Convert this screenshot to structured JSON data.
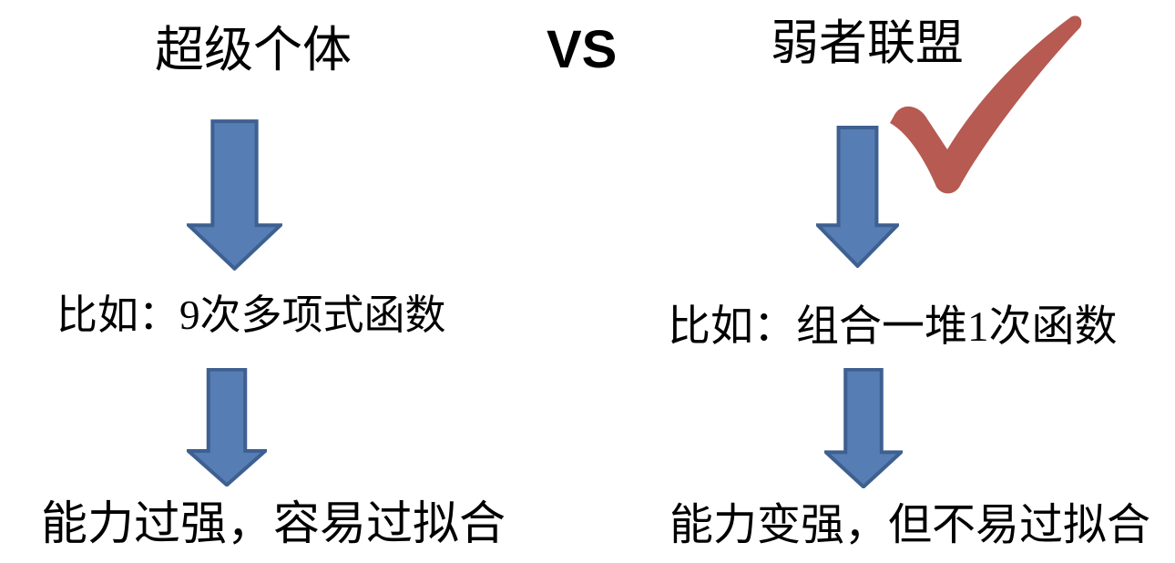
{
  "comparison": {
    "versus_label": "VS",
    "left_column": {
      "title": "超级个体",
      "example": "比如：9次多项式函数",
      "conclusion": "能力过强，容易过拟合"
    },
    "right_column": {
      "title": "弱者联盟",
      "example": "比如：组合一堆1次函数",
      "conclusion": "能力变强，但不易过拟合"
    },
    "icons": {
      "down_arrow": "down-arrow-icon",
      "checkmark": "checkmark-icon"
    },
    "colors": {
      "arrow_fill": "#567db4",
      "arrow_border": "#3e6091",
      "checkmark_red": "#b65a52",
      "text": "#000000",
      "background": "#ffffff"
    }
  }
}
